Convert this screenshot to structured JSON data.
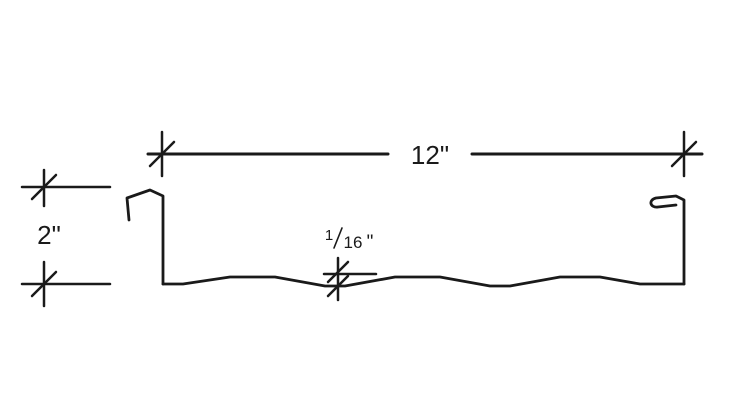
{
  "diagram": {
    "width_label": "12\"",
    "height_label": "2\"",
    "thickness_label_num": "1",
    "thickness_label_den": "16",
    "thickness_label_unit": "\""
  },
  "colors": {
    "line": "#1a1a1a",
    "background": "#ffffff"
  }
}
